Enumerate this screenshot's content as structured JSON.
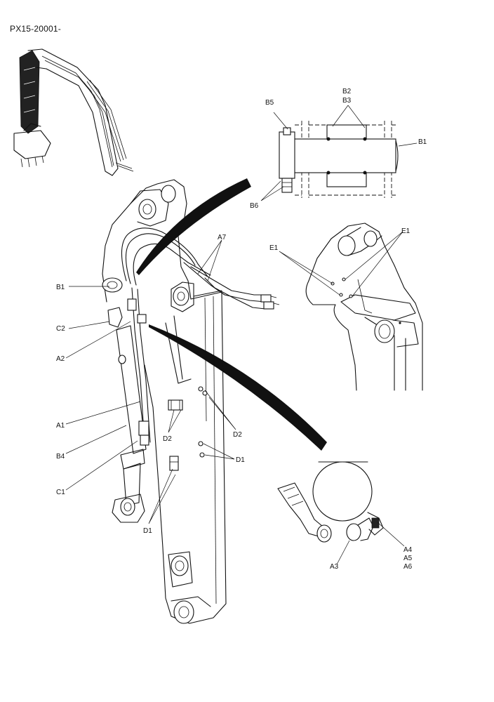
{
  "document_code": "PX15-20001-",
  "labels": {
    "B5": "B5",
    "B2": "B2",
    "B3": "B3",
    "B1_detail": "B1",
    "B6": "B6",
    "A7": "A7",
    "E1_left": "E1",
    "E1_right": "E1",
    "B1_main": "B1",
    "C2": "C2",
    "A2": "A2",
    "A1": "A1",
    "B4": "B4",
    "C1": "C1",
    "D2_left": "D2",
    "D2_right": "D2",
    "D1_right": "D1",
    "D1_left": "D1",
    "A3": "A3",
    "A4": "A4",
    "A5": "A5",
    "A6": "A6"
  }
}
